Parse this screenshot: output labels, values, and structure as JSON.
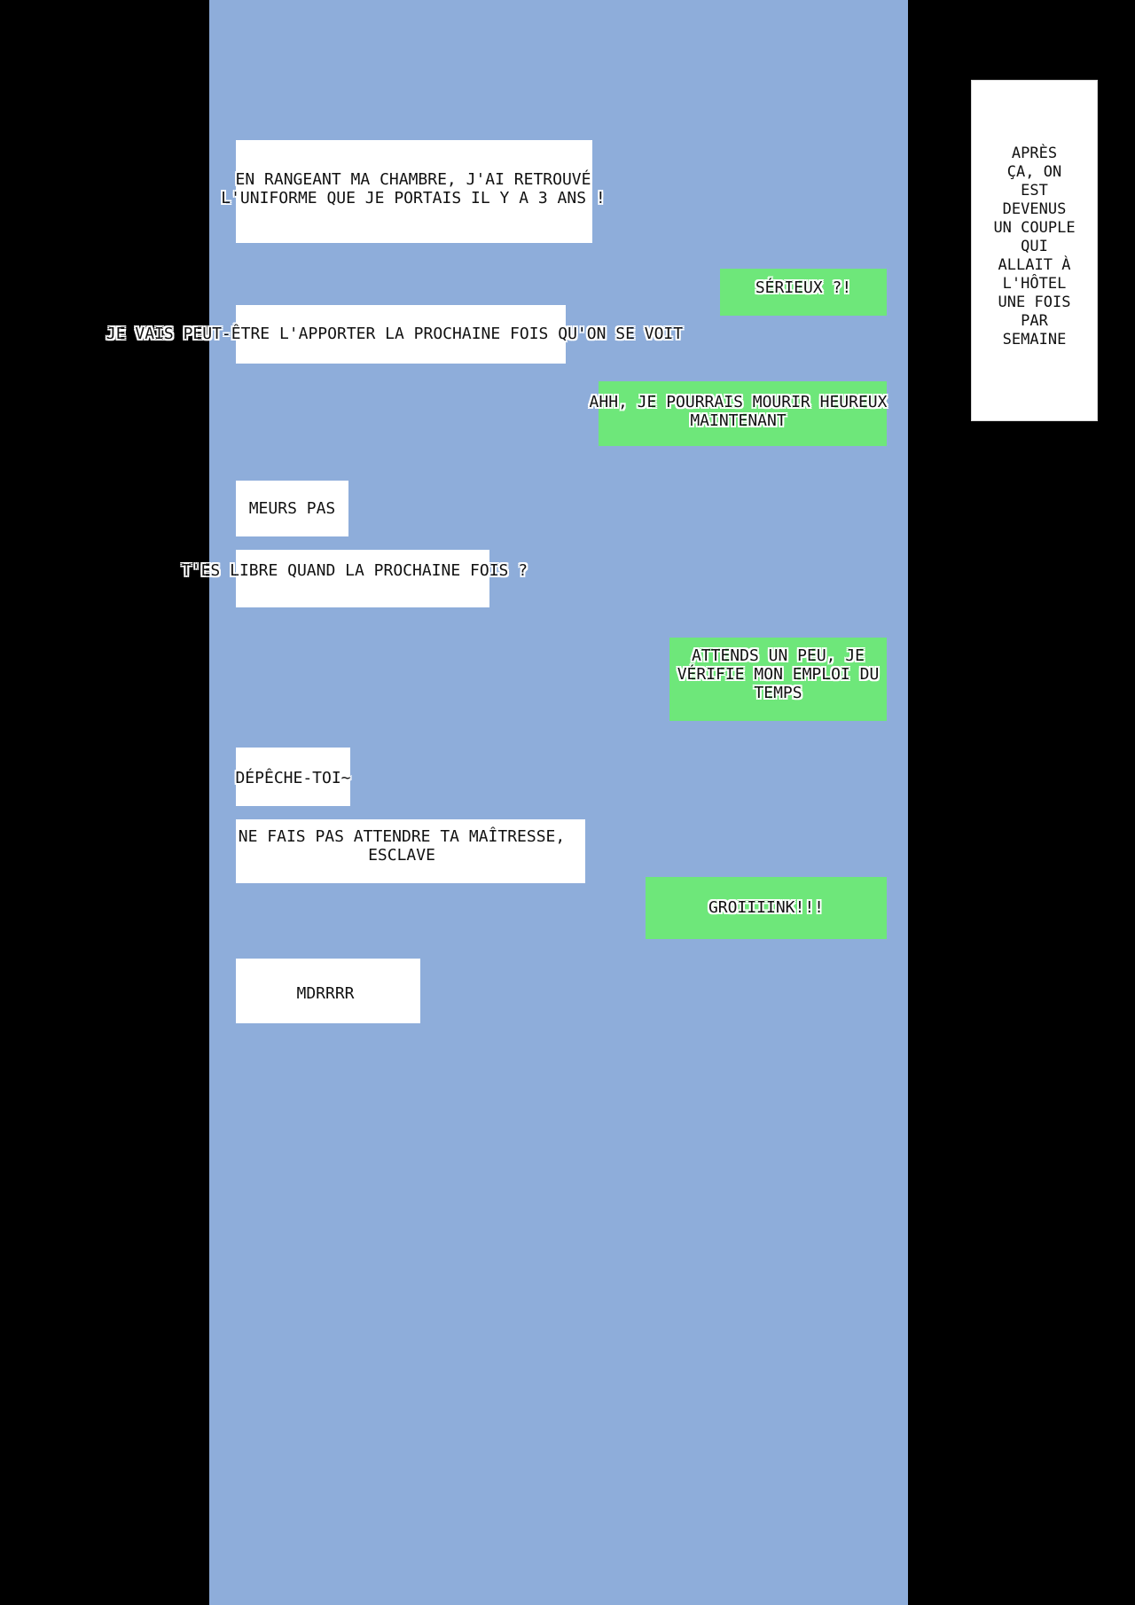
{
  "chat": {
    "messages": [
      {
        "side": "received",
        "text": "EN RANGEANT MA CHAMBRE, J'AI RETROUVÉ\nL'UNIFORME QUE JE PORTAIS IL Y A 3 ANS !"
      },
      {
        "side": "sent",
        "text": "SÉRIEUX ?!"
      },
      {
        "side": "received",
        "text": "JE VAIS PEUT-ÊTRE L'APPORTER LA PROCHAINE FOIS QU'ON SE VOIT"
      },
      {
        "side": "sent",
        "text": "AHH, JE POURRAIS MOURIR HEUREUX\nMAINTENANT"
      },
      {
        "side": "received",
        "text": "MEURS PAS"
      },
      {
        "side": "received",
        "text": "T'ES LIBRE QUAND LA PROCHAINE FOIS ?"
      },
      {
        "side": "sent",
        "text": "ATTENDS UN PEU, JE\nVÉRIFIE MON EMPLOI DU\nTEMPS"
      },
      {
        "side": "received",
        "text": "DÉPÊCHE-TOI~"
      },
      {
        "side": "received",
        "text": "NE FAIS PAS ATTENDRE TA MAÎTRESSE,\nESCLAVE"
      },
      {
        "side": "sent",
        "text": "GROIIIINK!!!"
      },
      {
        "side": "received",
        "text": "MDRRRR"
      }
    ]
  },
  "narration": {
    "text": "APRÈS\nÇA, ON\nEST\nDEVENUS\nUN COUPLE\nQUI\nALLAIT À\nL'HÔTEL\nUNE FOIS\nPAR\nSEMAINE"
  },
  "colors": {
    "background": "#000000",
    "chat_background": "#8eadda",
    "received_bubble": "#ffffff",
    "sent_bubble": "#6ee77a"
  }
}
